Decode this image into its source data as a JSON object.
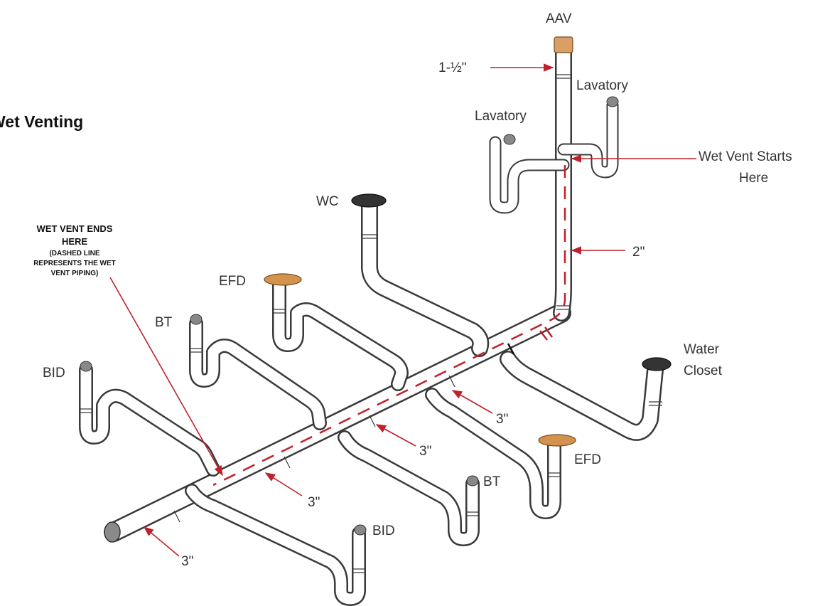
{
  "title": "Wet Venting",
  "labels": {
    "aav": "AAV",
    "vent_size": "1-½\"",
    "lavatory_right": "Lavatory",
    "lavatory_left": "Lavatory",
    "wet_vent_starts": [
      "Wet Vent Starts",
      "Here"
    ],
    "wc": "WC",
    "wet_vent_ends": [
      "WET VENT ENDS",
      "HERE"
    ],
    "wet_vent_note": [
      "(DASHED LINE",
      "REPRESENTS THE WET",
      "VENT PIPING)"
    ],
    "stack_size": "2\"",
    "efd_left": "EFD",
    "bt_left": "BT",
    "bid_left": "BID",
    "water_closet": [
      "Water",
      "Closet"
    ],
    "main_size_1": "3\"",
    "main_size_2": "3\"",
    "main_size_3": "3\"",
    "main_size_4": "3\"",
    "efd_right": "EFD",
    "bt_right": "BT",
    "bid_right": "BID"
  },
  "colors": {
    "arrow": "#c0202a",
    "pipe_outline": "#3a3a3a",
    "efd_cap": "#d4924f",
    "aav_cap": "#d9a066",
    "wc_cap": "#333333"
  }
}
